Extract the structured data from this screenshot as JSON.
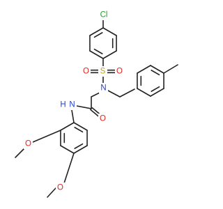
{
  "colors": {
    "carbon": "#222222",
    "oxygen": "#e3211c",
    "nitrogen": "#1f3fd6",
    "chlorine": "#1fa32a",
    "sulfur": "#c9a400",
    "background": "#ffffff"
  },
  "atoms": {
    "cl": "Cl",
    "s": "S",
    "o_s_left": "O",
    "o_s_right": "O",
    "n_sulfonamide": "N",
    "o_amide": "O",
    "n_amide": "N",
    "h_amide": "H",
    "o_methoxy_ortho": "O",
    "o_methoxy_para": "O"
  }
}
